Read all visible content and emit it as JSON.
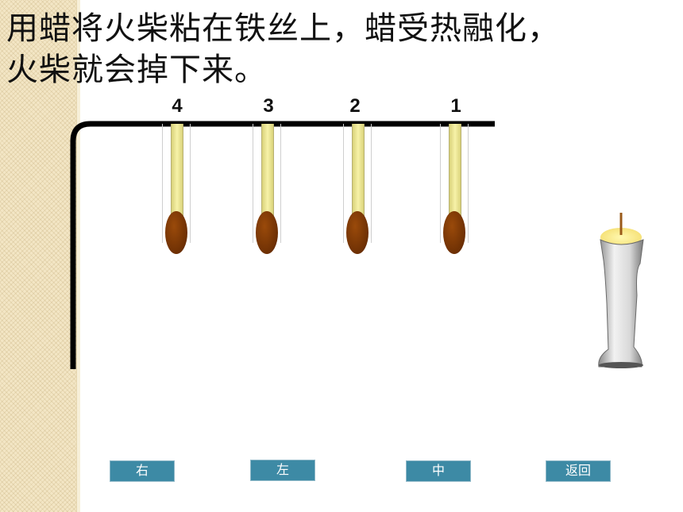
{
  "title": {
    "line1": "用蜡将火柴粘在铁丝上，蜡受热融化，",
    "line2": "火柴就会掉下来。"
  },
  "matches": [
    {
      "number": "4"
    },
    {
      "number": "3"
    },
    {
      "number": "2"
    },
    {
      "number": "1"
    }
  ],
  "buttons": {
    "right": "右",
    "left": "左",
    "middle": "中",
    "back": "返回"
  }
}
